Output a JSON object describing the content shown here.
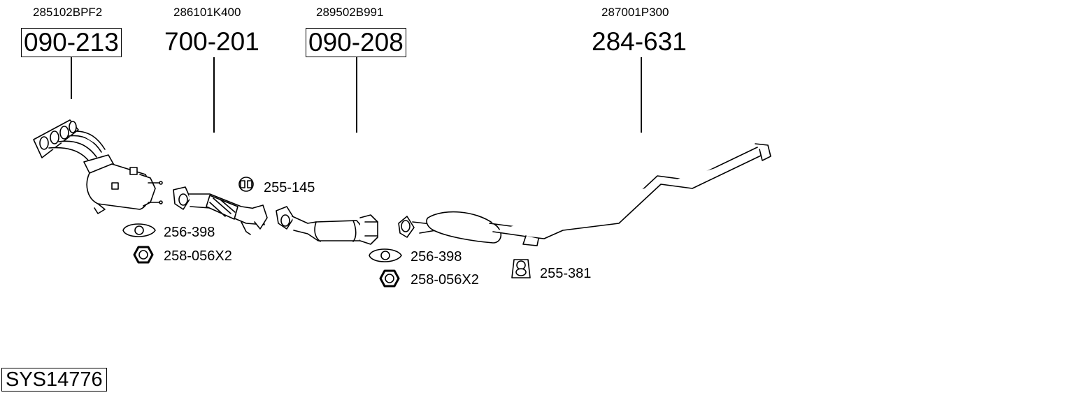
{
  "columns": [
    {
      "oem": "285102BPF2",
      "part": "090-213"
    },
    {
      "oem": "286101K400",
      "part": "700-201"
    },
    {
      "oem": "289502B991",
      "part": "090-208"
    },
    {
      "oem": "287001P300",
      "part": "284-631"
    }
  ],
  "fittings": [
    {
      "label": "255-145"
    },
    {
      "label": "256-398"
    },
    {
      "label": "258-056X2"
    },
    {
      "label": "256-398"
    },
    {
      "label": "258-056X2"
    },
    {
      "label": "255-381"
    }
  ],
  "system_code": "SYS14776"
}
